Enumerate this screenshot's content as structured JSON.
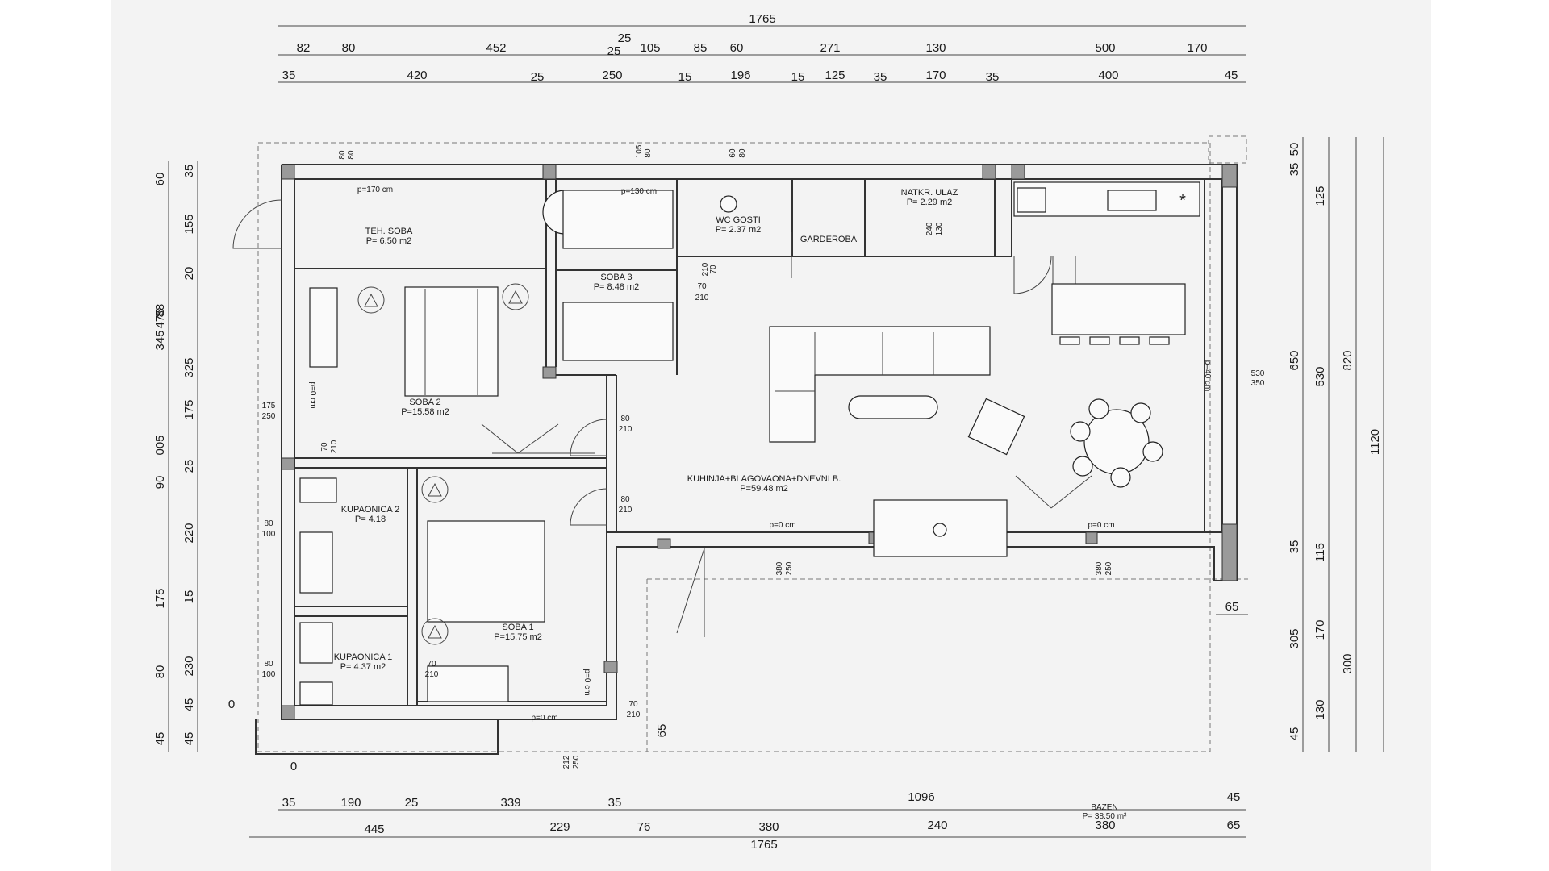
{
  "top_dims": {
    "row1": [
      "1765"
    ],
    "row2": [
      "82",
      "80",
      "452",
      "25",
      "25",
      "105",
      "85",
      "60",
      "271",
      "130",
      "500",
      "170"
    ],
    "row3": [
      "35",
      "420",
      "25",
      "250",
      "15",
      "196",
      "15",
      "125",
      "35",
      "170",
      "35",
      "400",
      "45"
    ]
  },
  "bottom_dims": {
    "row1": [
      "35",
      "190",
      "25",
      "339",
      "35",
      "1096",
      "45"
    ],
    "row2": [
      "445",
      "229",
      "76",
      "380",
      "240",
      "380",
      "65"
    ],
    "row3": [
      "1765"
    ],
    "zero_labels": [
      "0",
      "0"
    ],
    "bazen_name": "BAZEN",
    "bazen_area": "P= 38.50 m²"
  },
  "left_dims": {
    "outer": [
      "60",
      "345",
      "475",
      "90",
      "175",
      "80",
      "45"
    ],
    "inner": [
      "35",
      "155",
      "20",
      "88",
      "325",
      "175",
      "005",
      "25",
      "220",
      "15",
      "230",
      "45",
      "45"
    ]
  },
  "right_dims": {
    "col1": [
      "35",
      "650",
      "35",
      "305",
      "45"
    ],
    "col2": [
      "50",
      "125",
      "530",
      "115",
      "170",
      "130"
    ],
    "col3": [
      "820",
      "300"
    ],
    "col4": [
      "1120"
    ],
    "side": [
      "65"
    ]
  },
  "rooms": {
    "teh_soba": {
      "name": "TEH. SOBA",
      "area": "P= 6.50 m2"
    },
    "soba_3": {
      "name": "SOBA 3",
      "area": "P= 8.48 m2"
    },
    "wc_gosti": {
      "name": "WC GOSTI",
      "area": "P= 2.37 m2"
    },
    "garderoba": {
      "name": "GARDEROBA"
    },
    "natkr_ulaz": {
      "name": "NATKR. ULAZ",
      "area": "P= 2.29 m2"
    },
    "soba_2": {
      "name": "SOBA 2",
      "area": "P=15.58 m2"
    },
    "kupaonica_2": {
      "name": "KUPAONICA 2",
      "area": "P= 4.18"
    },
    "soba_1": {
      "name": "SOBA 1",
      "area": "P=15.75 m2"
    },
    "kupaonica_1": {
      "name": "KUPAONICA 1",
      "area": "P= 4.37 m2"
    },
    "kuhinja": {
      "name": "KUHINJA+BLAGOVAONA+DNEVNI B.",
      "area": "P=59.48 m2"
    }
  },
  "openings": {
    "p170": "p=170 cm",
    "p130": "p=130 cm",
    "p0a": "p=0 cm",
    "p0b": "p=0 cm",
    "p0c": "p=0 cm",
    "p0d": "p=0 cm",
    "p40": "p=40 cm",
    "p0e": "p=0 cm",
    "w80_80a": [
      "80",
      "80"
    ],
    "w105_80": [
      "105",
      "80"
    ],
    "w60_80": [
      "60",
      "80"
    ],
    "w240_130": [
      "240",
      "130"
    ],
    "w210_70": [
      "210",
      "70"
    ],
    "w70_210a": [
      "70",
      "210"
    ],
    "w80_210a": [
      "80",
      "210"
    ],
    "w80_210b": [
      "80",
      "210"
    ],
    "w175_250": [
      "175",
      "250"
    ],
    "w70_210b": [
      "70",
      "210"
    ],
    "w80_100a": [
      "80",
      "100"
    ],
    "w80_100b": [
      "80",
      "100"
    ],
    "w70_210c": [
      "70",
      "210"
    ],
    "w70_210d": [
      "70",
      "210"
    ],
    "w380_250a": [
      "380",
      "250"
    ],
    "w380_250b": [
      "380",
      "250"
    ],
    "w530_350": [
      "530",
      "350"
    ],
    "w212_250": [
      "212",
      "250"
    ],
    "w65": "65"
  },
  "symbols": {
    "snowflake": "*"
  }
}
